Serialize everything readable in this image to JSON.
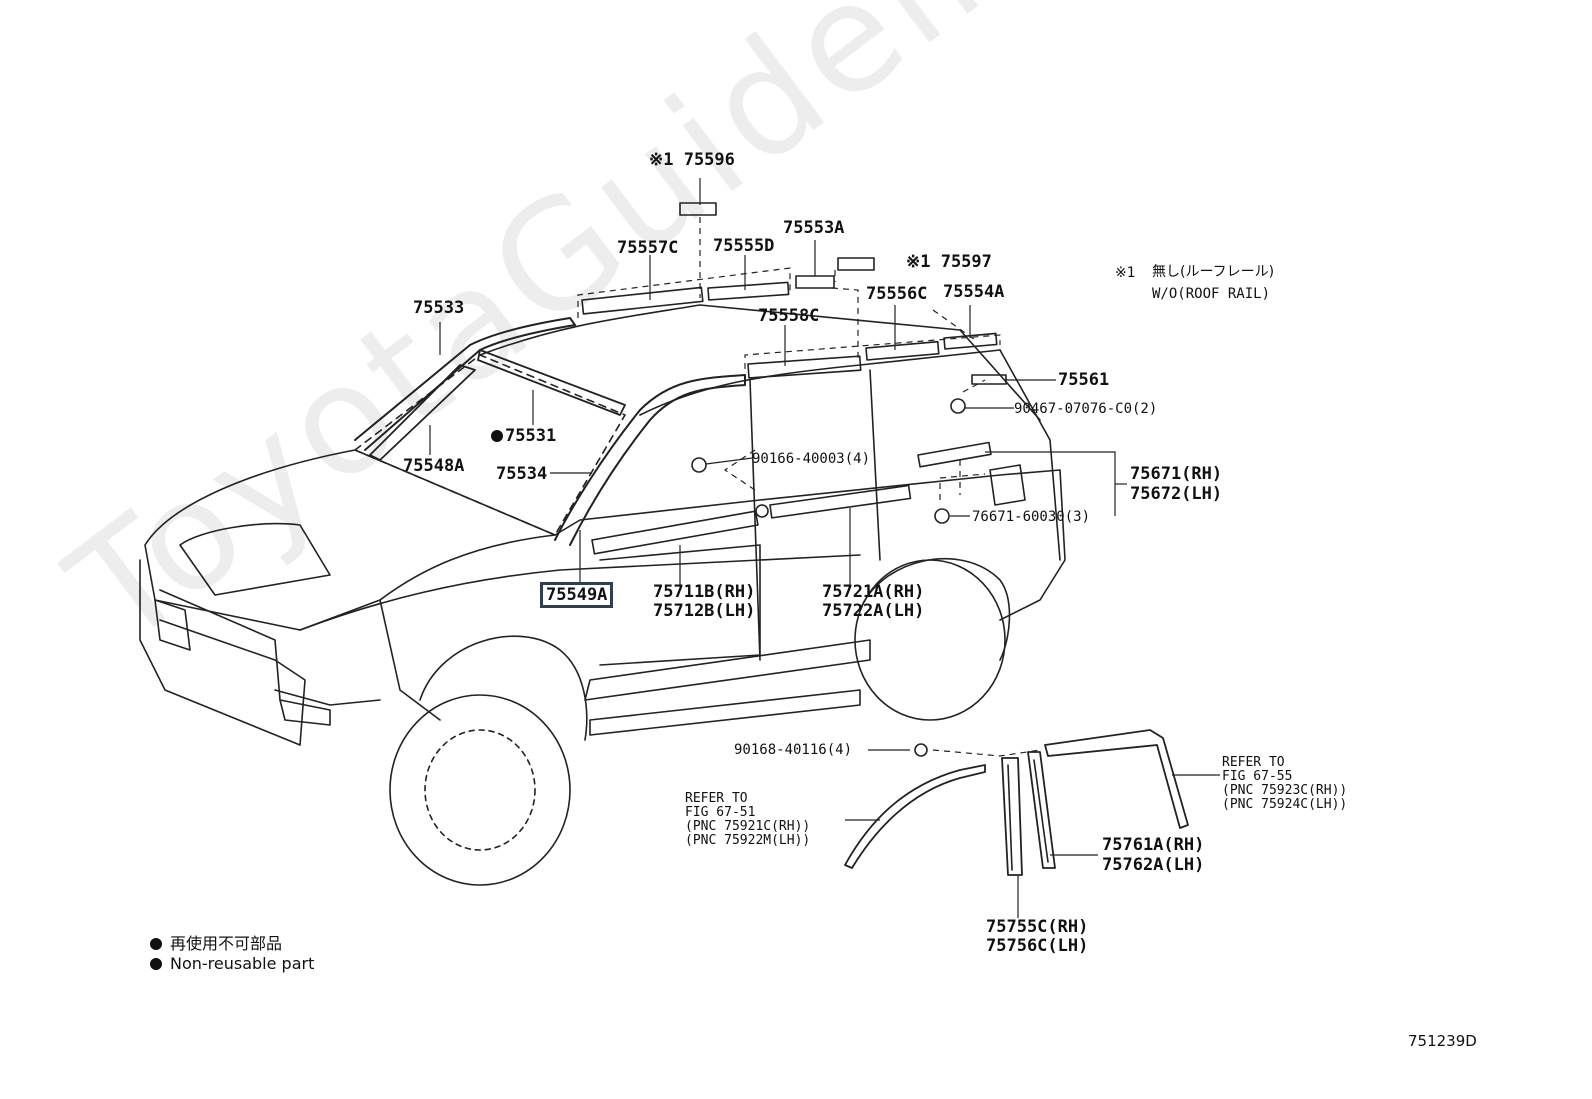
{
  "watermark": "ToyotaGuideline.ru",
  "note": {
    "mark": "※1",
    "japanese": "無し(ルーフレール)",
    "english": "W/O(ROOF RAIL)"
  },
  "labels": {
    "p75596": "※1 75596",
    "p75557C": "75557C",
    "p75555D": "75555D",
    "p75553A": "75553A",
    "p75597": "※1 75597",
    "p75533": "75533",
    "p75558C": "75558C",
    "p75556C": "75556C",
    "p75554A": "75554A",
    "p75561": "75561",
    "p90467": "90467-07076-C0(2)",
    "p75531": "75531",
    "p75548A": "75548A",
    "p75534": "75534",
    "p90166": "90166-40003(4)",
    "p75671": "75671(RH)",
    "p75672": "75672(LH)",
    "p76671": "76671-60030(3)",
    "p75549A": "75549A",
    "p75711B": "75711B(RH)",
    "p75712B": "75712B(LH)",
    "p75721A": "75721A(RH)",
    "p75722A": "75722A(LH)",
    "p90168": "90168-40116(4)",
    "p75761A": "75761A(RH)",
    "p75762A": "75762A(LH)",
    "p75755C": "75755C(RH)",
    "p75756C": "75756C(LH)"
  },
  "refer_left": {
    "line1": "REFER TO",
    "line2": "FIG  67-51",
    "line3": "(PNC 75921C(RH))",
    "line4": "(PNC 75922M(LH))"
  },
  "refer_right": {
    "line1": "REFER TO",
    "line2": "FIG  67-55",
    "line3": "(PNC 75923C(RH))",
    "line4": "(PNC 75924C(LH))"
  },
  "legend": {
    "japanese": "再使用不可部品",
    "english": "Non-reusable part"
  },
  "figure_number": "751239D",
  "highlight_color": "#2f3f4f"
}
